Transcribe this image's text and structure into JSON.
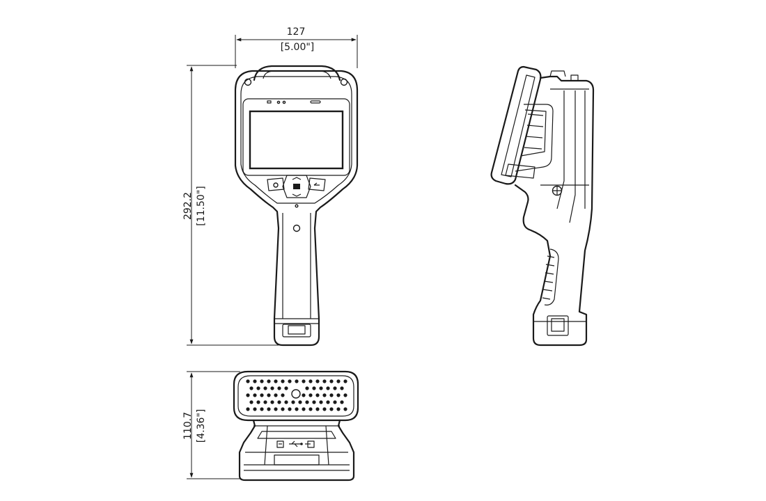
{
  "dimensions": {
    "width_mm": "127",
    "width_in": "[5.00\"]",
    "height_mm": "292.2",
    "height_in": "[11.50\"]",
    "depth_mm": "110.7",
    "depth_in": "[4.36\"]"
  },
  "colors": {
    "line": "#1a1a1a",
    "background": "#ffffff"
  },
  "icons": [
    "screen-icon",
    "usb-icon",
    "video-out-icon",
    "power-icon",
    "back-icon",
    "ok-icon"
  ]
}
